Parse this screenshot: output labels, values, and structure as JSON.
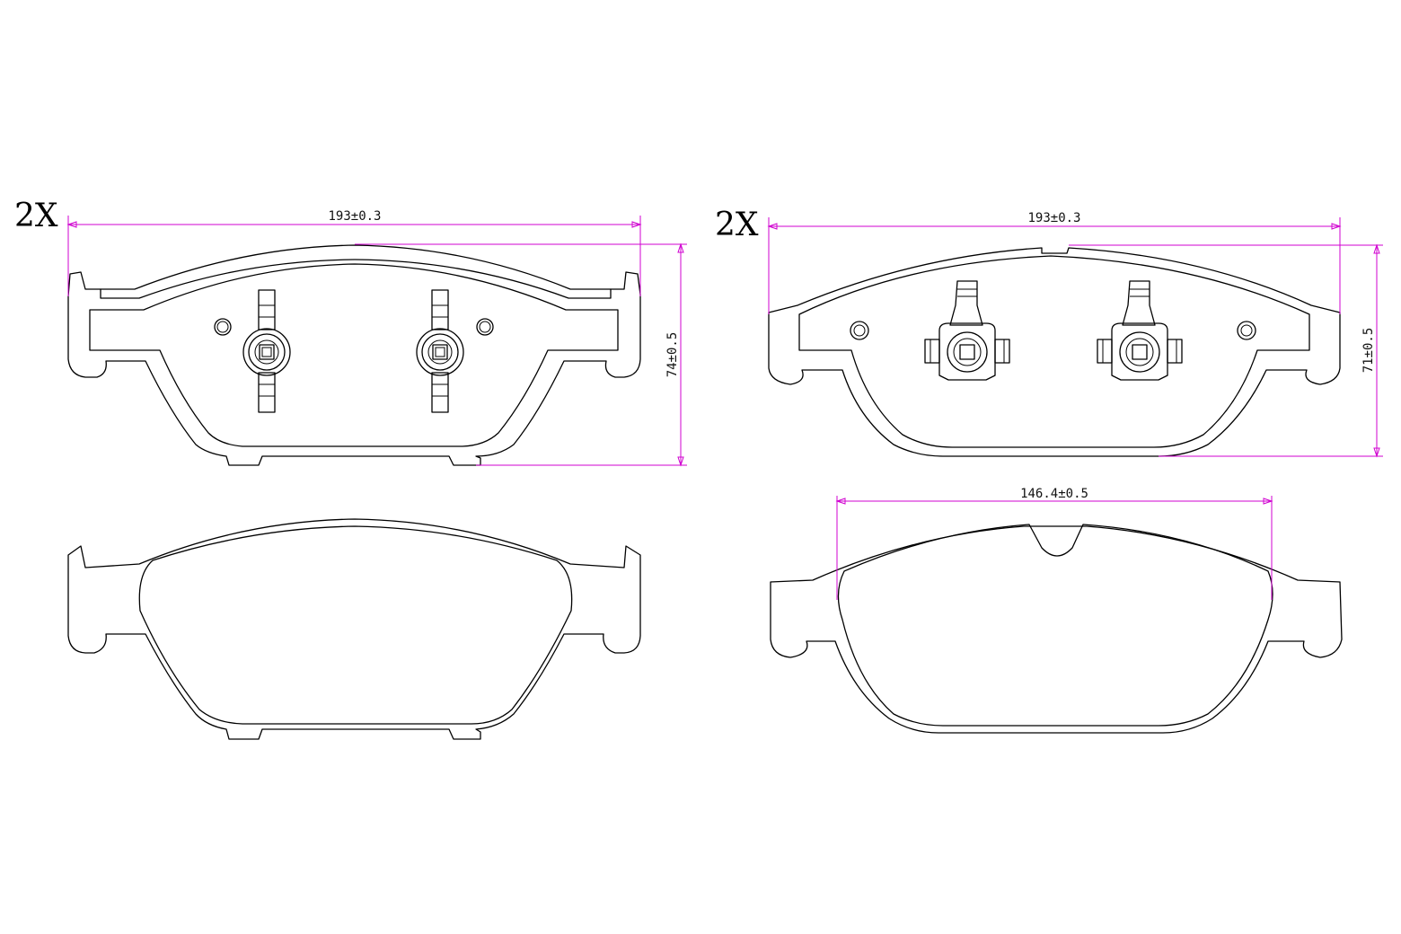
{
  "left_pad": {
    "quantity": "2X",
    "width_dimension": "193±0.3",
    "height_dimension": "74±0.5"
  },
  "right_pad": {
    "quantity": "2X",
    "width_dimension": "193±0.3",
    "height_dimension": "71±0.5",
    "friction_width_dimension": "146.4±0.5"
  },
  "colors": {
    "outline": "#000000",
    "dimension_lines": "#d000d0"
  }
}
